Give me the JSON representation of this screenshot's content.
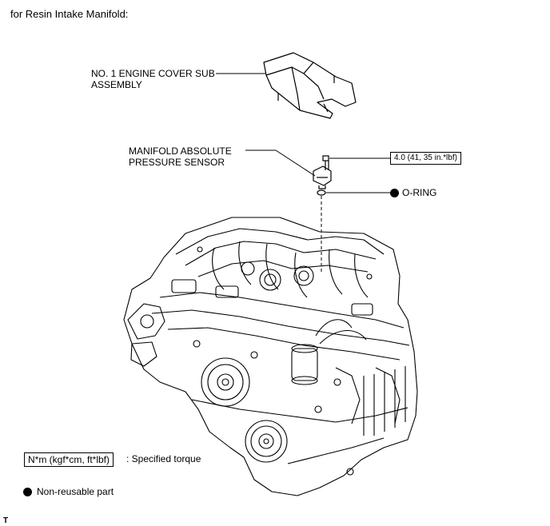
{
  "title": "for Resin Intake Manifold:",
  "labels": {
    "engine_cover": [
      "NO. 1 ENGINE COVER SUB",
      "ASSEMBLY"
    ],
    "map_sensor": [
      "MANIFOLD ABSOLUTE",
      "PRESSURE SENSOR"
    ],
    "o_ring": "O-RING"
  },
  "torque_spec": "4.0 (41, 35 in.*lbf)",
  "legend": {
    "torque_unit": "N*m (kgf*cm, ft*lbf)",
    "torque_desc": ": Specified torque",
    "non_reusable": "Non-reusable part"
  },
  "corner_mark": "T"
}
